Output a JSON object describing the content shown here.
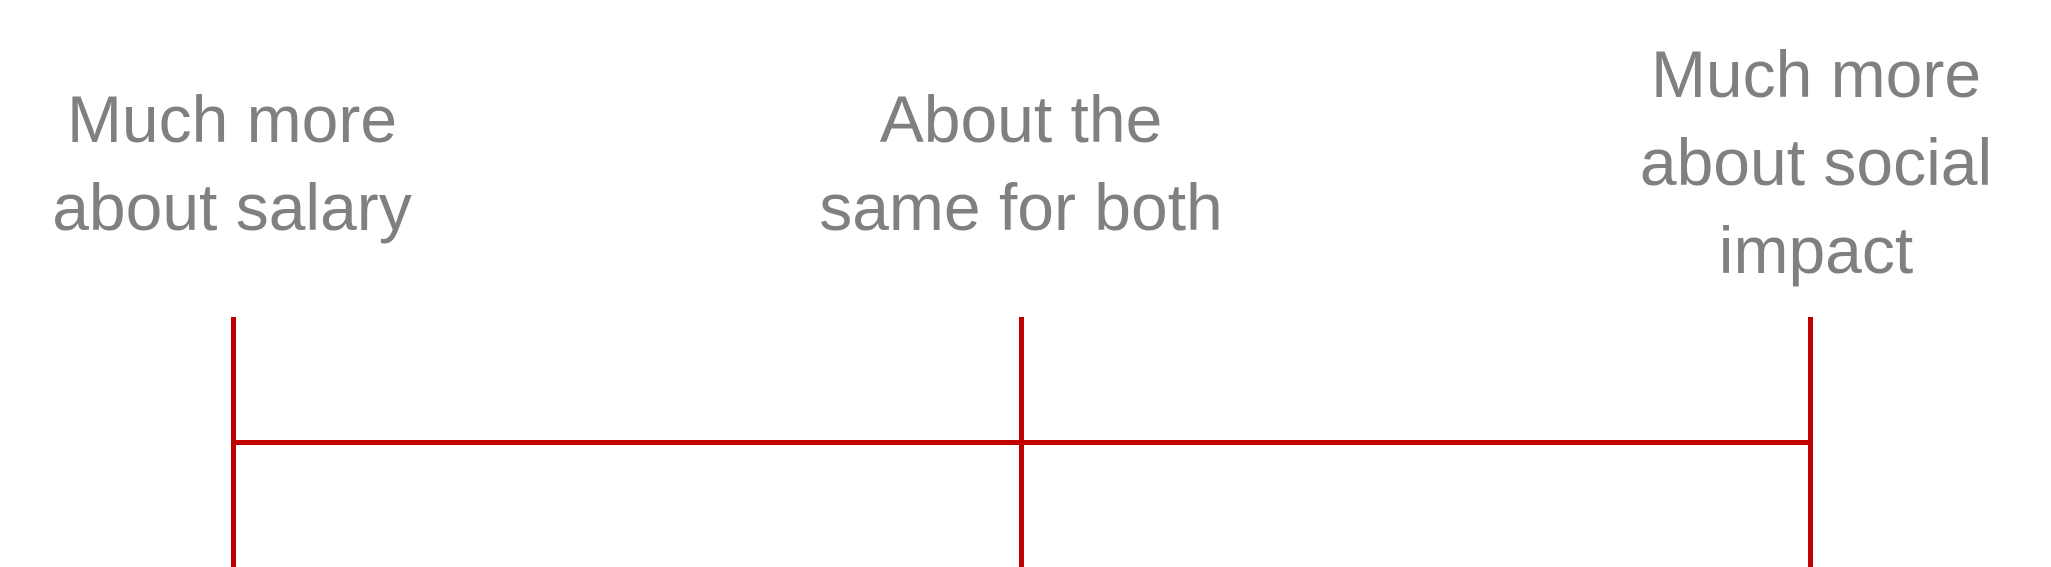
{
  "scale": {
    "line_color": "#c00000",
    "text_color": "#808080",
    "anchors": [
      {
        "lines": [
          "Much more",
          "about salary"
        ]
      },
      {
        "lines": [
          "About the",
          "same for both"
        ]
      },
      {
        "lines": [
          "Much more",
          "about social",
          "impact"
        ]
      }
    ]
  }
}
